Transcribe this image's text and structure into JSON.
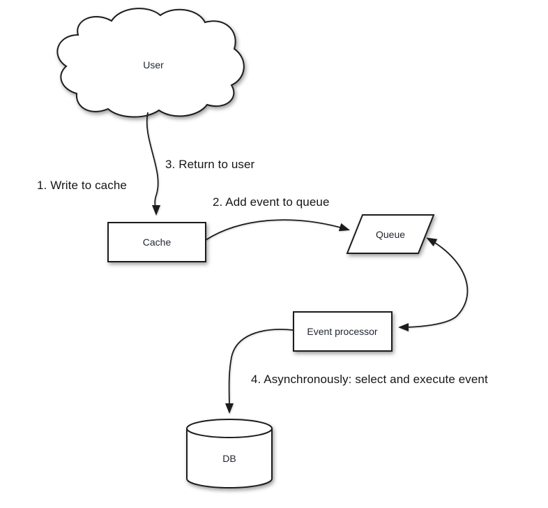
{
  "diagram": {
    "background_color": "#ffffff",
    "stroke_color": "#1c1c1c",
    "text_color": "#151515",
    "nodes": {
      "user": {
        "label": "User",
        "shape": "cloud"
      },
      "cache": {
        "label": "Cache",
        "shape": "rectangle"
      },
      "queue": {
        "label": "Queue",
        "shape": "parallelogram"
      },
      "event_processor": {
        "label": "Event processor",
        "shape": "rectangle"
      },
      "db": {
        "label": "DB",
        "shape": "cylinder"
      }
    },
    "annotations": {
      "step1": "1. Write to cache",
      "step2": "2. Add event to queue",
      "step3": "3. Return to user",
      "step4": "4. Asynchronously: select and execute event"
    },
    "edges": [
      {
        "from": "user",
        "to": "cache",
        "style": "curved",
        "arrowheads": "end"
      },
      {
        "from": "cache",
        "to": "queue",
        "style": "curved",
        "arrowheads": "end"
      },
      {
        "from": "queue",
        "to": "event_processor",
        "style": "curved",
        "arrowheads": "both"
      },
      {
        "from": "event_processor",
        "to": "db",
        "style": "curved",
        "arrowheads": "end"
      }
    ]
  }
}
